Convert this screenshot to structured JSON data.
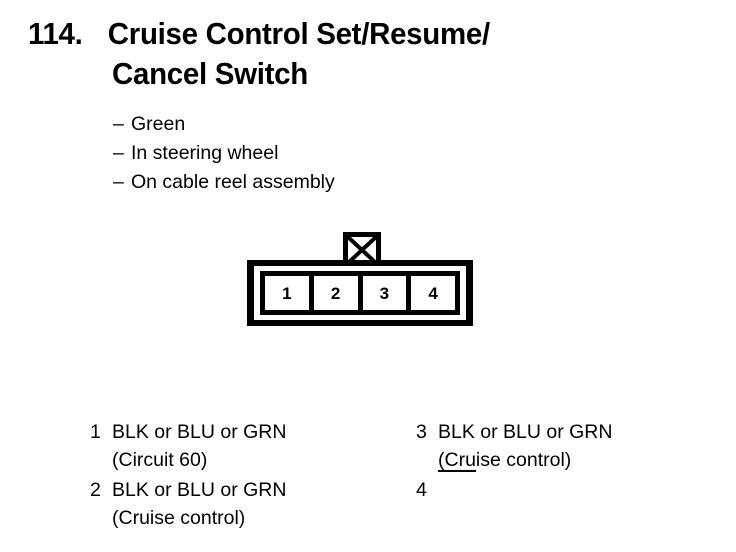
{
  "page": {
    "entry_number": "114.",
    "title_line_1": "Cruise Control Set/Resume/",
    "title_line_2": "Cancel Switch"
  },
  "description": {
    "dash": "–",
    "items": [
      {
        "label": "Green"
      },
      {
        "label": "In steering wheel"
      },
      {
        "label": "On cable reel assembly"
      }
    ]
  },
  "connector": {
    "tab_symbol": "x-cross",
    "pins": [
      {
        "number": "1"
      },
      {
        "number": "2"
      },
      {
        "number": "3"
      },
      {
        "number": "4"
      }
    ]
  },
  "legend": {
    "left_column": [
      {
        "pin": "1",
        "wires": "BLK or BLU or GRN",
        "circuit": "(Circuit 60)",
        "empty": false
      },
      {
        "pin": "2",
        "wires": "BLK or BLU or GRN",
        "circuit": "(Cruise control)",
        "empty": false
      }
    ],
    "right_column": [
      {
        "pin": "3",
        "wires": "BLK or BLU or GRN",
        "circuit": "(Cruise control)",
        "empty": false
      },
      {
        "pin": "4",
        "wires": "",
        "circuit": "",
        "empty": true
      }
    ]
  },
  "colors": {
    "ink": "#000000",
    "paper": "#ffffff"
  }
}
